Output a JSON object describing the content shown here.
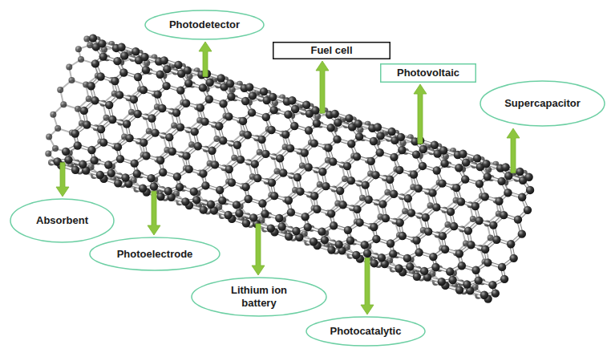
{
  "diagram": {
    "nodes": [
      {
        "text": [
          "Photodetector"
        ]
      },
      {
        "text": [
          "Fuel cell"
        ]
      },
      {
        "text": [
          "Photovoltaic"
        ]
      },
      {
        "text": [
          "Supercapacitor"
        ]
      },
      {
        "text": [
          "Absorbent"
        ]
      },
      {
        "text": [
          "Photoelectrode"
        ]
      },
      {
        "text": [
          "Lithium ion battery"
        ]
      },
      {
        "text": [
          "Photocatalytic"
        ]
      }
    ]
  }
}
